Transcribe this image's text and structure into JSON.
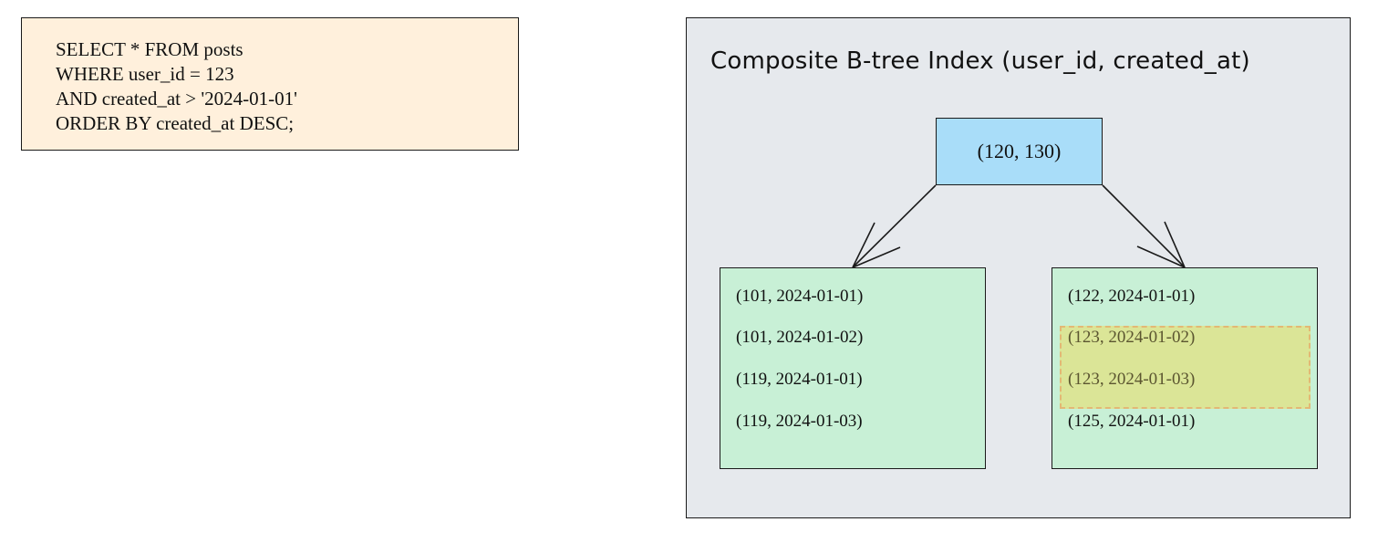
{
  "query": {
    "lines": [
      "SELECT * FROM posts",
      "WHERE user_id = 123",
      "AND created_at > '2024-01-01'",
      "ORDER BY created_at DESC;"
    ]
  },
  "index": {
    "title": "Composite B-tree Index (user_id, created_at)",
    "root": "(120, 130)",
    "left_leaf": [
      "(101, 2024-01-01)",
      "(101, 2024-01-02)",
      "(119, 2024-01-01)",
      "(119, 2024-01-03)"
    ],
    "right_leaf": [
      "(122, 2024-01-01)",
      "(123, 2024-01-02)",
      "(123, 2024-01-03)",
      "(125, 2024-01-01)"
    ],
    "highlighted_entries": [
      "(123, 2024-01-02)",
      "(123, 2024-01-03)"
    ]
  },
  "colors": {
    "query_box": "#fff0dc",
    "frame": "#e6e9ed",
    "root_node": "#a9ddf9",
    "leaf_node": "#c8f0d6",
    "highlight_fill": "#dbe597",
    "highlight_border": "#e3b875"
  }
}
